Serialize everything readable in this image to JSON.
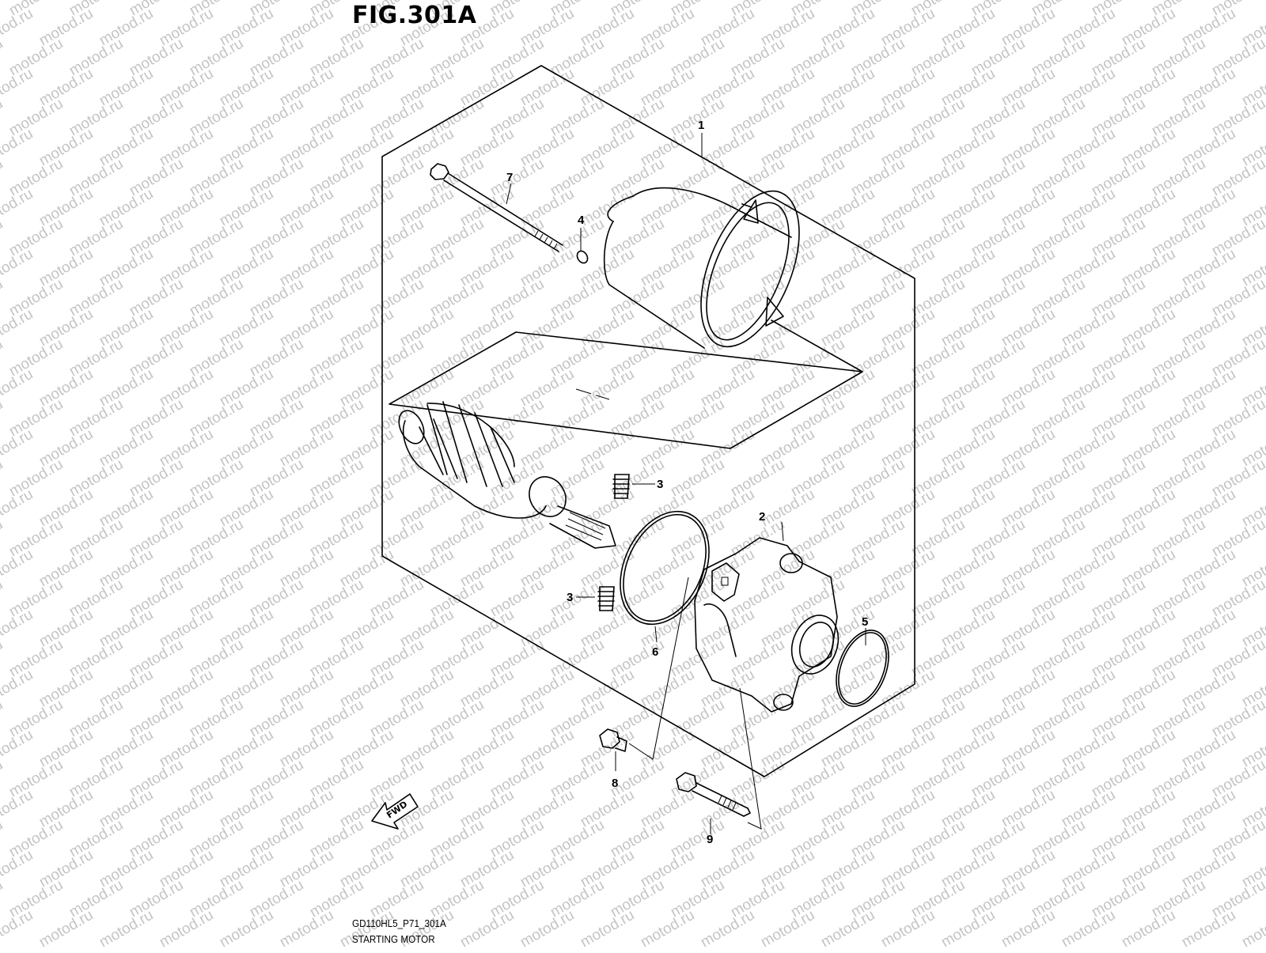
{
  "figure": {
    "title": "FIG.301A",
    "code": "GD110HL5_P71_301A",
    "caption": "STARTING MOTOR"
  },
  "watermark": "motod.ru",
  "callouts": [
    {
      "number": "1",
      "part": "starter-motor-assembly"
    },
    {
      "number": "2",
      "part": "end-cover"
    },
    {
      "number": "3",
      "part": "spring"
    },
    {
      "number": "3",
      "part": "spring"
    },
    {
      "number": "4",
      "part": "washer"
    },
    {
      "number": "5",
      "part": "o-ring-small"
    },
    {
      "number": "6",
      "part": "o-ring-large"
    },
    {
      "number": "7",
      "part": "long-bolt"
    },
    {
      "number": "8",
      "part": "bolt"
    },
    {
      "number": "9",
      "part": "mounting-bolt"
    }
  ],
  "fwd_label": "FWD",
  "colors": {
    "line": "#000000",
    "watermark": "#c4c4c4",
    "background": "#ffffff"
  }
}
